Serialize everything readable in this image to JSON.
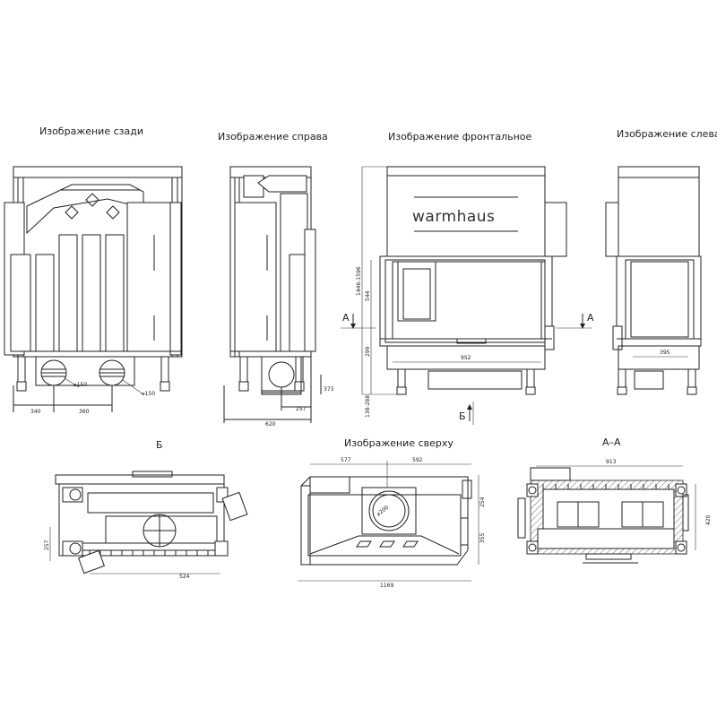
{
  "views": {
    "rear": "Изображение сзади",
    "right": "Изображение справа",
    "front": "Изображение фронтальное",
    "left": "Изображение слева",
    "section_b": "Б",
    "top": "Изображение сверху",
    "section_aa": "А–А"
  },
  "brand": "warmhaus",
  "section_marks": {
    "a": "А",
    "b": "Б"
  },
  "dimensions": {
    "rear": {
      "d340": "340",
      "d360": "360",
      "dia150": "⌀150",
      "dia150b": "⌀150"
    },
    "right": {
      "d620": "620",
      "d257": "257",
      "d373": "373"
    },
    "front": {
      "d952": "952",
      "d1446": "1446-1596",
      "d544": "544",
      "d299": "299",
      "d138": "138-288"
    },
    "left": {
      "d395": "395"
    },
    "b": {
      "d257": "257",
      "d524": "524"
    },
    "top": {
      "d577": "577",
      "d592": "592",
      "d254": "254",
      "d355": "355",
      "dia200": "⌀200",
      "d1169": "1169"
    },
    "aa": {
      "d913": "913",
      "d420": "420"
    }
  }
}
